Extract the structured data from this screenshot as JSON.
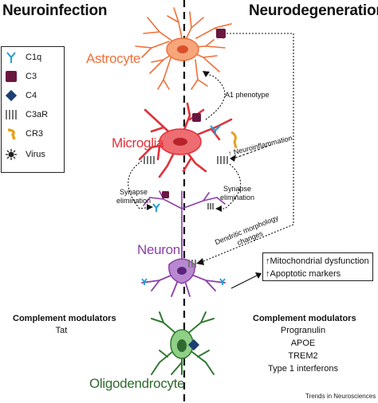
{
  "headers": {
    "left": "Neuroinfection",
    "right": "Neurodegeneration"
  },
  "cells": {
    "astrocyte": "Astrocyte",
    "microglia": "Microglia",
    "neuron": "Neuron",
    "oligodendrocyte": "Oligodendrocyte"
  },
  "legend": [
    {
      "label": "C1q",
      "icon": "c1q-icon",
      "color": "#1f9fd3"
    },
    {
      "label": "C3",
      "icon": "c3-icon",
      "color": "#6a1740"
    },
    {
      "label": "C4",
      "icon": "c4-icon",
      "color": "#1d3f74"
    },
    {
      "label": "C3aR",
      "icon": "c3ar-icon",
      "color": "#777777"
    },
    {
      "label": "CR3",
      "icon": "cr3-icon",
      "color": "#e8a21c"
    },
    {
      "label": "Virus",
      "icon": "virus-icon",
      "color": "#222222"
    }
  ],
  "annotations": {
    "a1": "A1 phenotype",
    "neuroinflammation": "↑ Neuroinflammation",
    "syn_left_1": "Synapse",
    "syn_left_2": "elimination",
    "syn_right_1": "Synapse",
    "syn_right_2": "elimination",
    "dendritic_1": "Dendritic morphology",
    "dendritic_2": "changes"
  },
  "outcomes": [
    "↑Mitochondrial dysfunction",
    "↑Apoptotic markers"
  ],
  "modulators_left": {
    "title": "Complement modulators",
    "items": [
      "Tat"
    ]
  },
  "modulators_right": {
    "title": "Complement modulators",
    "items": [
      "Progranulin",
      "APOE",
      "TREM2",
      "Type 1 interferons"
    ]
  },
  "footer": "Trends in Neurosciences",
  "colors": {
    "astrocyte": "#f0703a",
    "microglia": "#e0323a",
    "neuron": "#8b3fa6",
    "oligodendrocyte": "#2f7a2f"
  }
}
